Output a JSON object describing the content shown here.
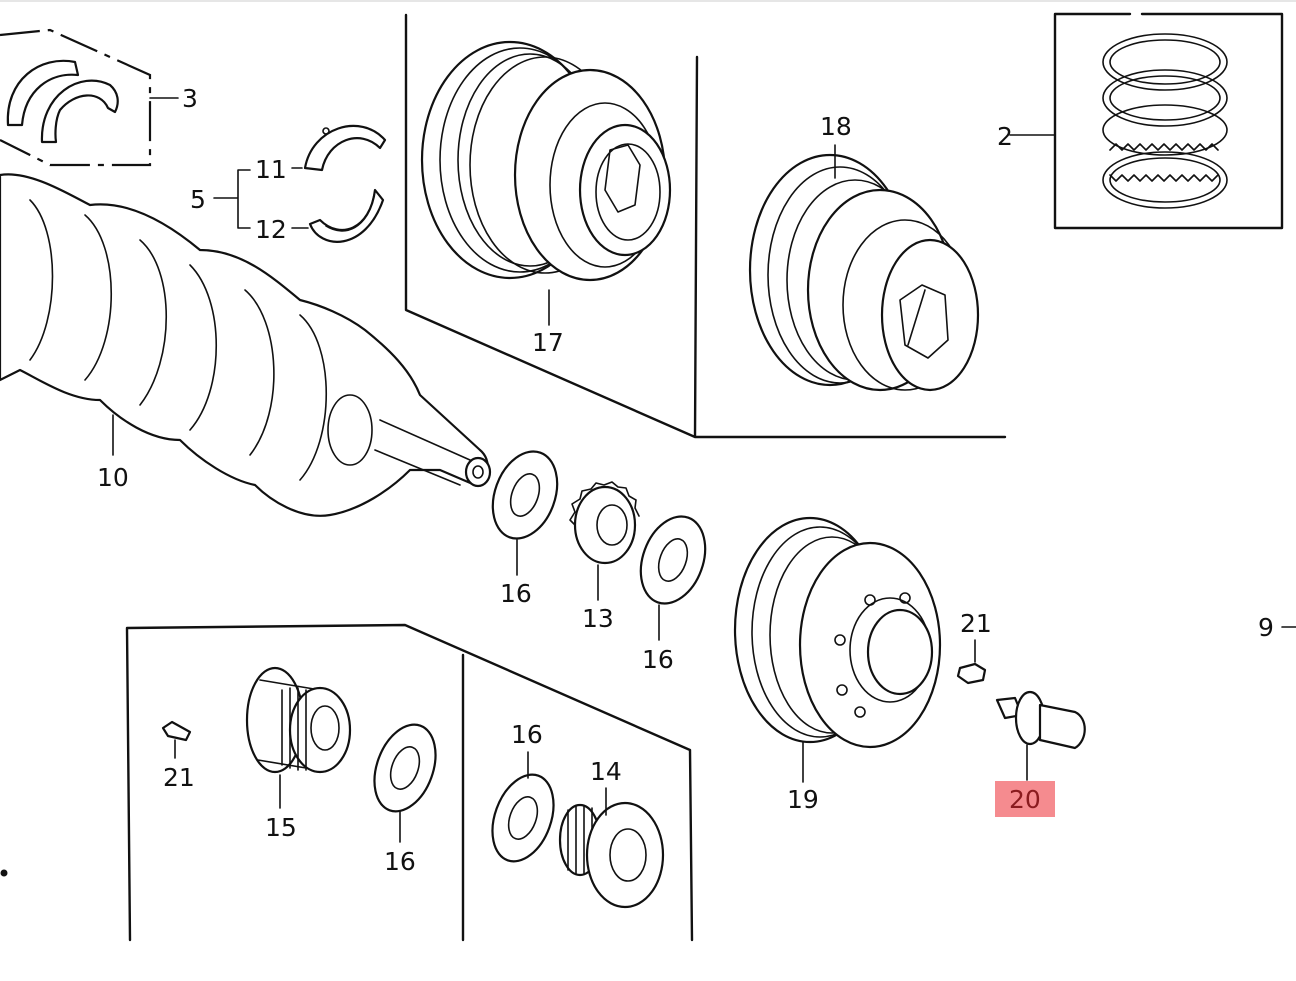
{
  "diagram": {
    "title": "Crankshaft / Pulley / Piston Rings exploded parts diagram",
    "highlight_color": "#f58b8f",
    "highlighted_part": "20",
    "callouts": [
      {
        "id": "c2",
        "label": "2",
        "part": "piston-ring-set"
      },
      {
        "id": "c3",
        "label": "3",
        "part": "thrust-washer-set"
      },
      {
        "id": "c5",
        "label": "5",
        "part": "main-bearing-set"
      },
      {
        "id": "c9",
        "label": "9",
        "part": "offpage-reference"
      },
      {
        "id": "c10",
        "label": "10",
        "part": "crankshaft"
      },
      {
        "id": "c11",
        "label": "11",
        "part": "upper-main-bearing"
      },
      {
        "id": "c12",
        "label": "12",
        "part": "lower-main-bearing"
      },
      {
        "id": "c13",
        "label": "13",
        "part": "timing-belt-drive-pulley"
      },
      {
        "id": "c14",
        "label": "14",
        "part": "timing-belt-drive-pulley-alt"
      },
      {
        "id": "c15",
        "label": "15",
        "part": "timing-belt-drive-pulley-alt2"
      },
      {
        "id": "c16a",
        "label": "16",
        "part": "timing-belt-guide-plate"
      },
      {
        "id": "c16b",
        "label": "16",
        "part": "timing-belt-guide-plate"
      },
      {
        "id": "c16c",
        "label": "16",
        "part": "timing-belt-guide-plate"
      },
      {
        "id": "c16d",
        "label": "16",
        "part": "timing-belt-guide-plate"
      },
      {
        "id": "c17",
        "label": "17",
        "part": "crankshaft-pulley-a"
      },
      {
        "id": "c18",
        "label": "18",
        "part": "crankshaft-pulley-b"
      },
      {
        "id": "c19",
        "label": "19",
        "part": "crankshaft-pulley-c"
      },
      {
        "id": "c20",
        "label": "20",
        "part": "pulley-bolt"
      },
      {
        "id": "c21a",
        "label": "21",
        "part": "woodruff-key"
      },
      {
        "id": "c21b",
        "label": "21",
        "part": "woodruff-key"
      }
    ]
  }
}
